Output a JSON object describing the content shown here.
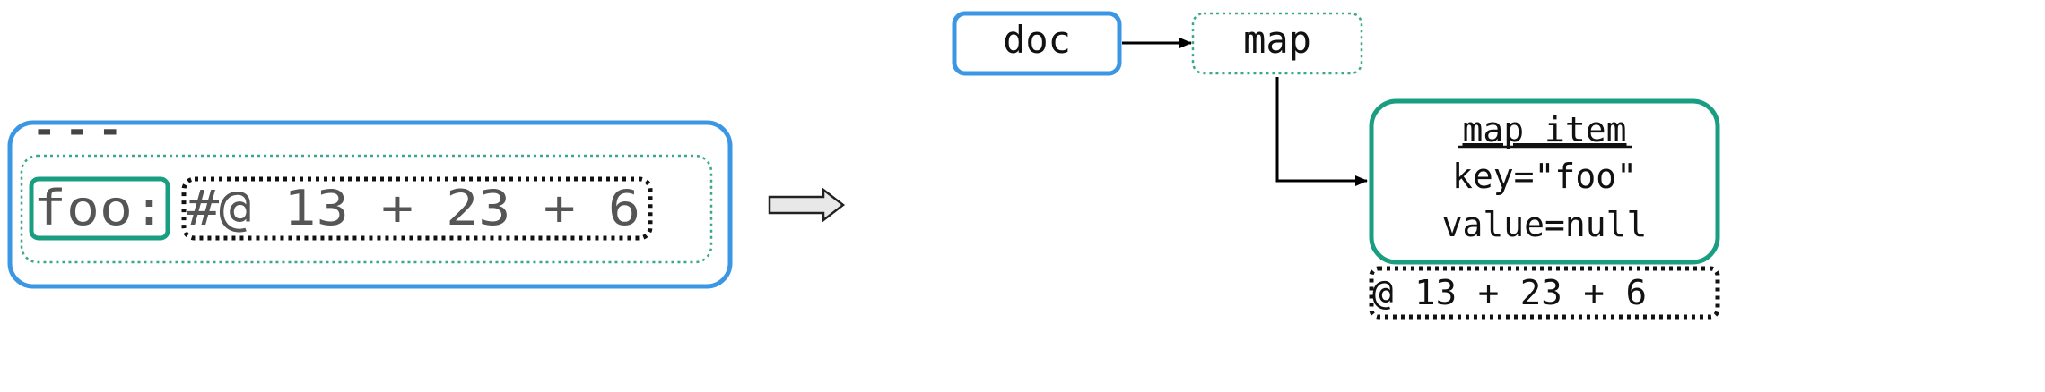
{
  "source": {
    "doc_marker": "---",
    "key_text": "foo:",
    "comment_text": "#@ 13 + 23 + 6"
  },
  "tree": {
    "doc_label": "doc",
    "map_label": "map",
    "map_item": {
      "title": "map item",
      "key_line": "key=\"foo\"",
      "value_line": "value=null"
    },
    "annotation_text": "@ 13 + 23 + 6"
  },
  "colors": {
    "doc_blue": "#3b97e3",
    "item_teal": "#1a9e82",
    "map_dotted_teal": "#3aa88e",
    "text_gray": "#555555",
    "text_dark": "#111111",
    "annotation_border": "#111111",
    "arrow_fill": "#e8e8e8"
  }
}
